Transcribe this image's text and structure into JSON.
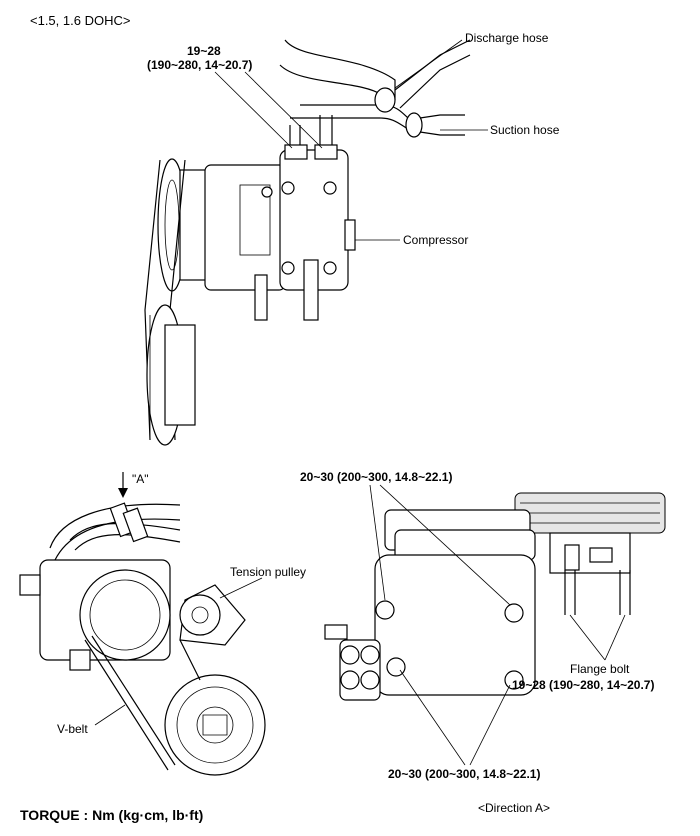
{
  "header": {
    "engine_label": "<1.5, 1.6 DOHC>"
  },
  "top_view": {
    "torque_value": "19~28",
    "torque_detail": "(190~280, 14~20.7)",
    "discharge_hose": "Discharge hose",
    "suction_hose": "Suction hose",
    "compressor": "Compressor"
  },
  "left_view": {
    "arrow_label": "\"A\"",
    "tension_pulley": "Tension pulley",
    "v_belt": "V-belt"
  },
  "right_view": {
    "torque_top": "20~30 (200~300, 14.8~22.1)",
    "flange_bolt": "Flange bolt",
    "flange_torque": "19~28  (190~280, 14~20.7)",
    "torque_bottom": "20~30 (200~300, 14.8~22.1)",
    "direction_label": "<Direction A>"
  },
  "footer": {
    "torque_units": "TORQUE : Nm (kg·cm, lb·ft)"
  }
}
